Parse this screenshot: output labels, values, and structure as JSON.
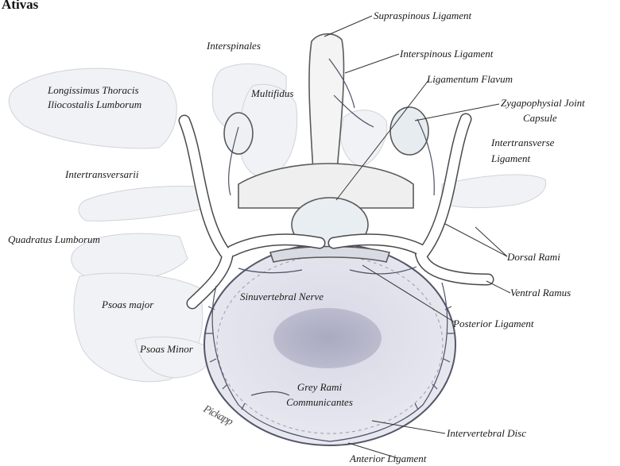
{
  "header": {
    "title": "Ativas"
  },
  "labels": {
    "supraspinous_ligament": "Supraspinous Ligament",
    "interspinales": "Interspinales",
    "interspinous_ligament": "Interspinous Ligament",
    "ligamentum_flavum": "Ligamentum Flavum",
    "longissimus_thoracis": "Longissimus Thoracis",
    "iliocostalis_lumborum": "Iliocostalis Lumborum",
    "multifidus": "Multifidus",
    "zygapophysial_joint_line1": "Zygapophysial Joint",
    "zygapophysial_joint_line2": "Capsule",
    "intertransverse_ligament_line1": "Intertransverse",
    "intertransverse_ligament_line2": "Ligament",
    "intertransversarii": "Intertransversarii",
    "quadratus_lumborum": "Quadratus Lumborum",
    "dorsal_rami": "Dorsal Rami",
    "ventral_ramus": "Ventral Ramus",
    "psoas_major": "Psoas major",
    "sinuvertebral_nerve": "Sinuvertebral Nerve",
    "posterior_ligament": "Posterior Ligament",
    "psoas_minor": "Psoas Minor",
    "grey_rami_line1": "Grey Rami",
    "grey_rami_line2": "Communicantes",
    "intervertebral_disc": "Intervertebral Disc",
    "anterior_ligament": "Anterior Ligament"
  },
  "signature": "Pickapp"
}
